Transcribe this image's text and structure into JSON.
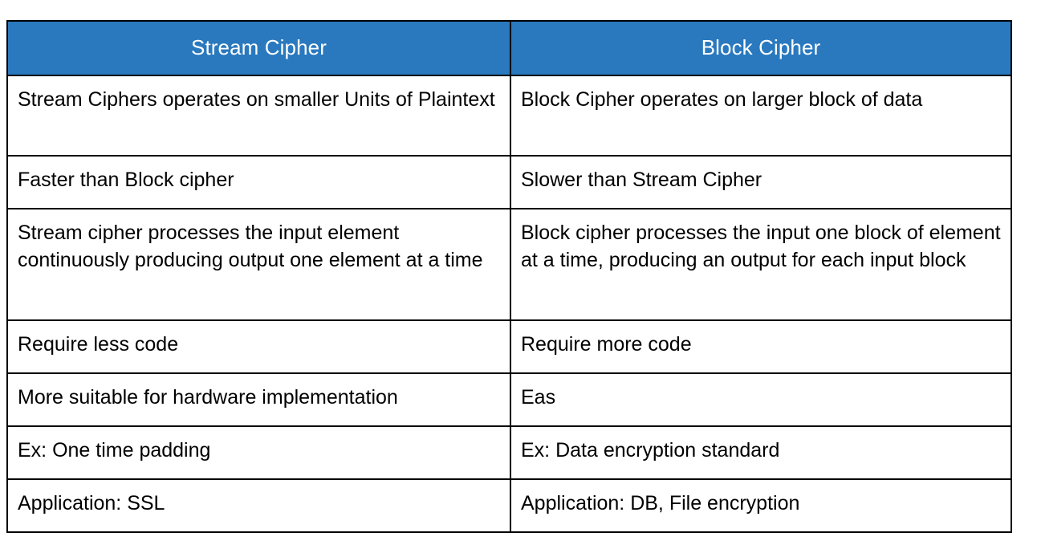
{
  "table": {
    "title": "Stream Cipher vs Block Cipher comparison",
    "header_background": "#2a79be",
    "header_text_color": "#ffffff",
    "border_color": "#000000",
    "body_text_color": "#000000",
    "background": "#ffffff",
    "columns": [
      {
        "label": "Stream Cipher"
      },
      {
        "label": "Block Cipher"
      }
    ],
    "rows": [
      {
        "left": "Stream Ciphers operates on smaller Units of Plaintext",
        "right": "Block Cipher operates on larger block of data"
      },
      {
        "left": "Faster than Block cipher",
        "right": "Slower than Stream Cipher"
      },
      {
        "left": "Stream cipher processes the input element continuously producing output one element at a time",
        "right": "Block cipher processes the input one block of element at a time, producing an output for each input block"
      },
      {
        "left": "Require less code",
        "right": "Require more code"
      },
      {
        "left": "More suitable for hardware implementation",
        "right": "Eas"
      },
      {
        "left": "Ex: One time padding",
        "right": "Ex: Data encryption standard"
      },
      {
        "left": "Application: SSL",
        "right": "Application: DB, File encryption"
      }
    ]
  }
}
